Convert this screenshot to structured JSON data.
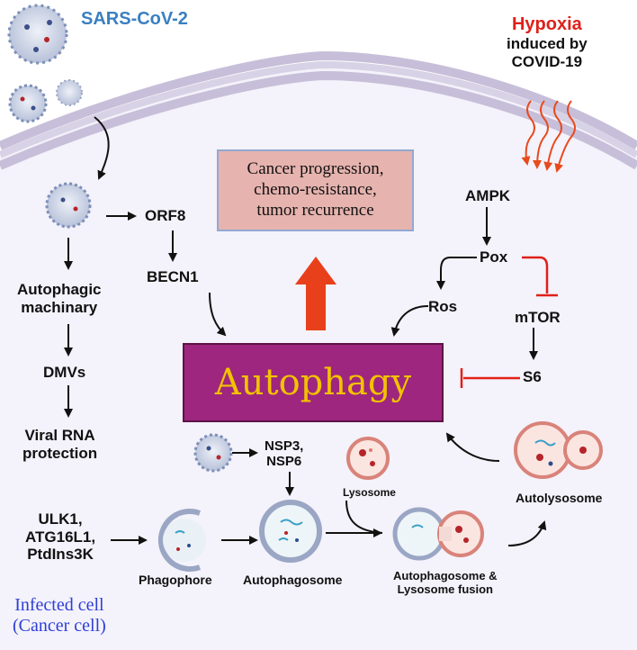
{
  "virus_label": "SARS-CoV-2",
  "hypoxia": {
    "title": "Hypoxia",
    "line2": "induced by",
    "line3": "COVID-19"
  },
  "cancer_box": {
    "line1": "Cancer progression,",
    "line2": "chemo-resistance,",
    "line3": "tumor recurrence"
  },
  "autophagy": "Autophagy",
  "left_chain": {
    "orf8": "ORF8",
    "becn1": "BECN1",
    "autophagic_1": "Autophagic",
    "autophagic_2": "machinary",
    "dmvs": "DMVs",
    "viral_1": "Viral RNA",
    "viral_2": "protection"
  },
  "right_chain": {
    "ampk": "AMPK",
    "pox": "Pox",
    "ros": "Ros",
    "mtor": "mTOR",
    "s6": "S6"
  },
  "nsp": {
    "line1": "NSP3,",
    "line2": "NSP6"
  },
  "ulk": {
    "line1": "ULK1,",
    "line2": "ATG16L1,",
    "line3": "PtdIns3K"
  },
  "stages": {
    "phagophore": "Phagophore",
    "autophagosome": "Autophagosome",
    "lysosome": "Lysosome",
    "fusion_1": "Autophagosome &",
    "fusion_2": "Lysosome fusion",
    "autolysosome": "Autolysosome"
  },
  "cell_label": {
    "line1": "Infected cell",
    "line2": "(Cancer cell)"
  },
  "colors": {
    "membrane": "#c7bfd9",
    "cell_fill": "#f4f2fa",
    "autophagy_bg": "#9e267e",
    "autophagy_text": "#f2c200",
    "cancer_box_bg": "#e6b3ae",
    "up_arrow": "#e8401a",
    "inhibit": "#e0201a",
    "virus": "#7c8fb8"
  }
}
